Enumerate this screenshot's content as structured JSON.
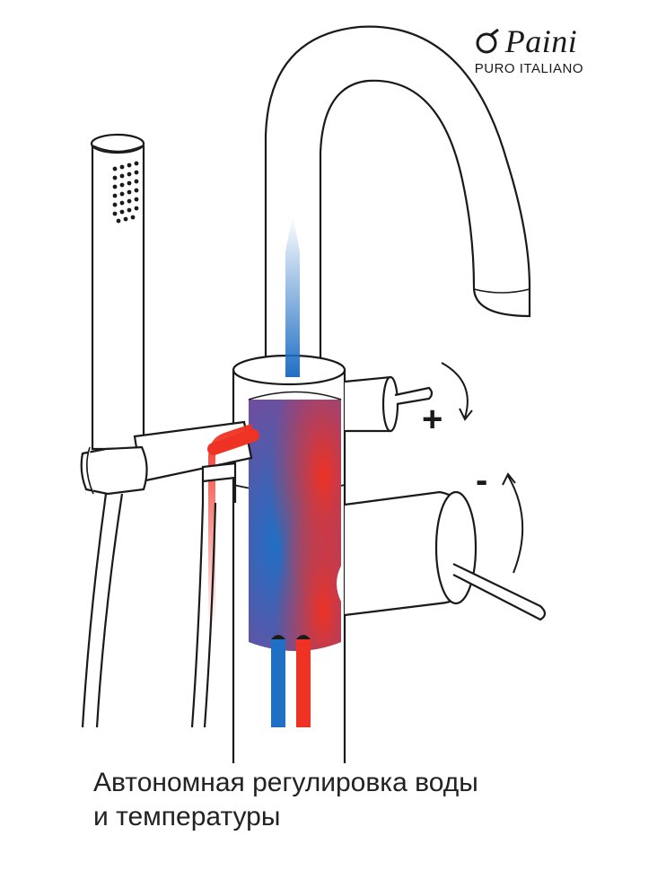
{
  "brand": {
    "name": "Paini",
    "tagline": "PURO ITALIANO"
  },
  "illustration": {
    "plus_sign": "+",
    "minus_sign": "-",
    "icons": [
      "faucet-illustration",
      "hand-shower-icon",
      "rotation-arrow-icon"
    ]
  },
  "caption": {
    "line1": "Автономная регулировка воды",
    "line2": "и температуры"
  },
  "colors": {
    "hot": "#ee3224",
    "cold": "#1f6fc4",
    "outline": "#1a1a1a"
  }
}
